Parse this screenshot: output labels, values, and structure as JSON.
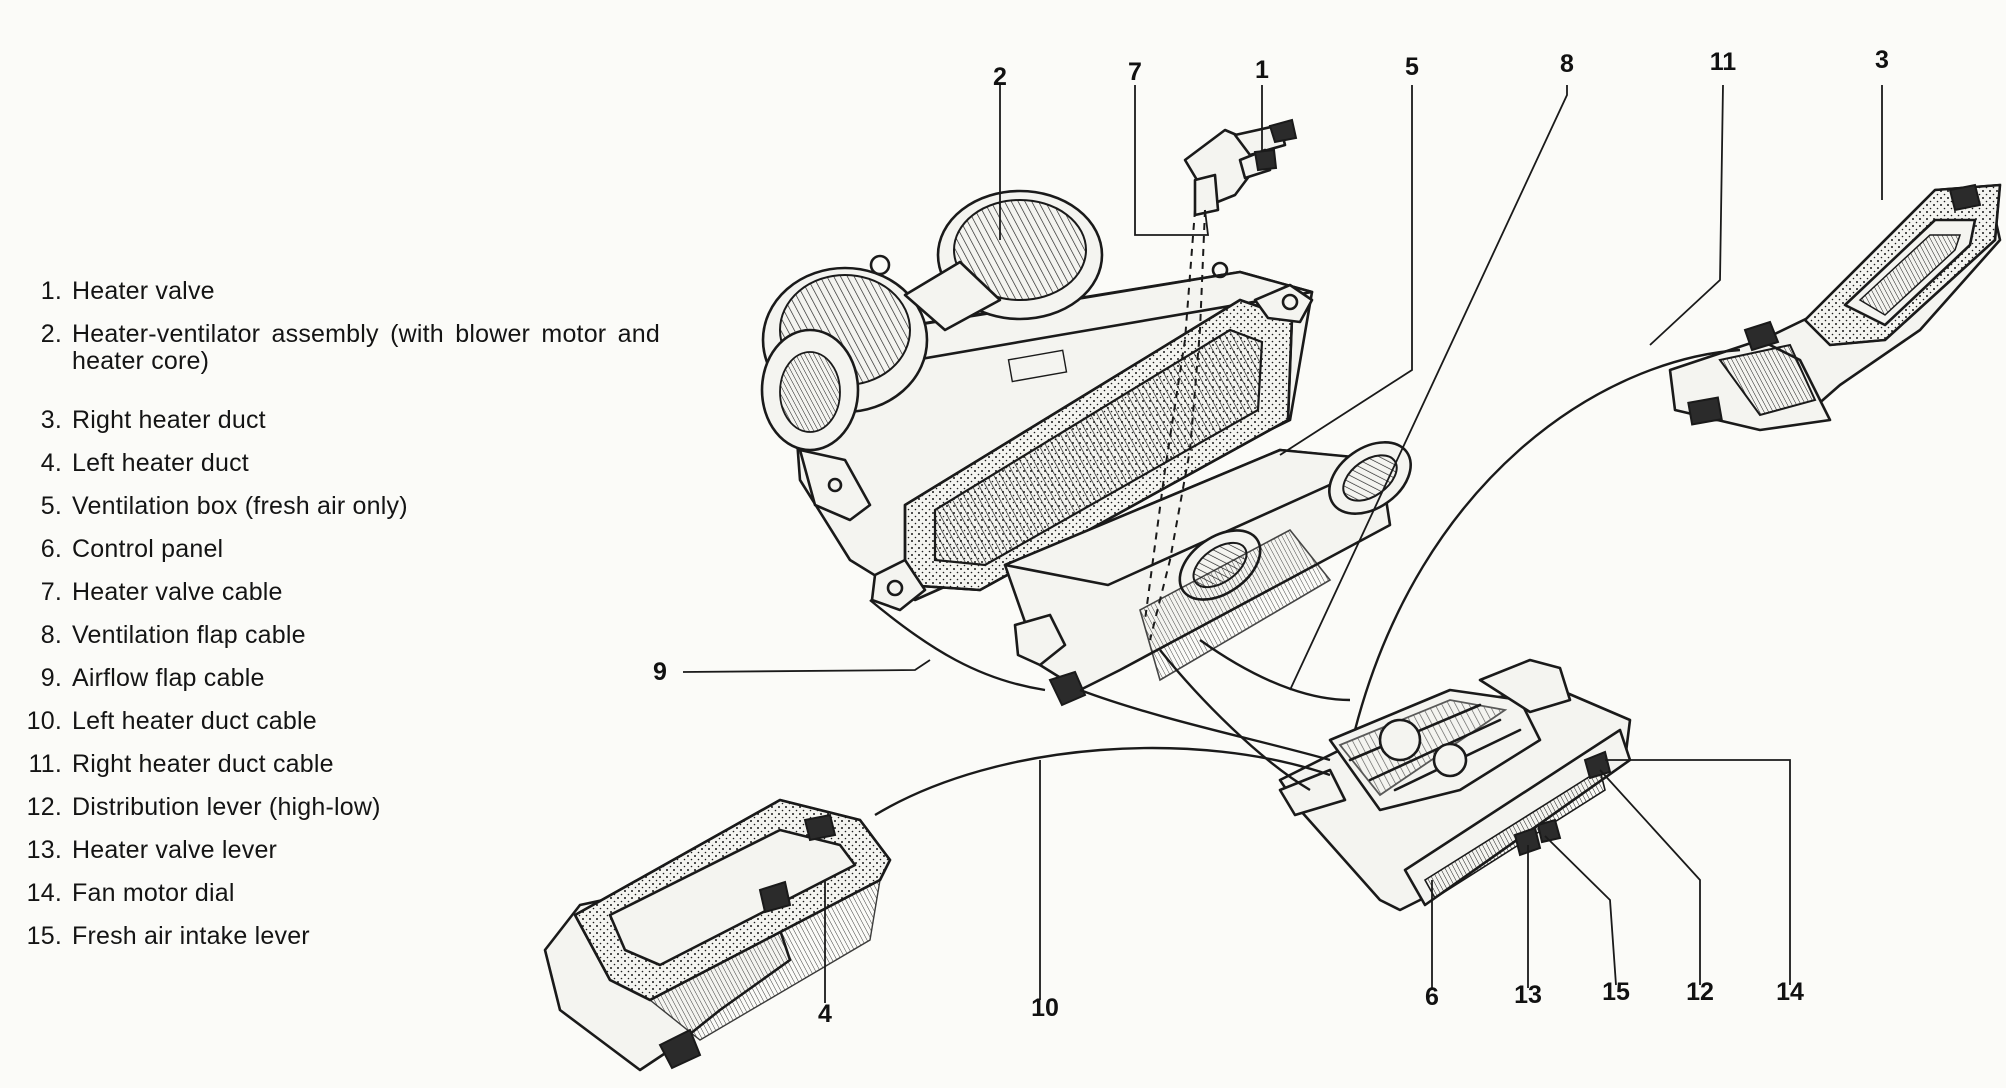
{
  "legend": [
    {
      "number": "1.",
      "text": "Heater valve"
    },
    {
      "number": "2.",
      "text": "Heater-ventilator assembly (with blower motor and heater core)"
    },
    {
      "number": "3.",
      "text": "Right heater duct"
    },
    {
      "number": "4.",
      "text": "Left heater duct"
    },
    {
      "number": "5.",
      "text": "Ventilation box (fresh air only)"
    },
    {
      "number": "6.",
      "text": "Control panel"
    },
    {
      "number": "7.",
      "text": "Heater valve cable"
    },
    {
      "number": "8.",
      "text": "Ventilation flap cable"
    },
    {
      "number": "9.",
      "text": "Airflow flap cable"
    },
    {
      "number": "10.",
      "text": "Left heater duct cable"
    },
    {
      "number": "11.",
      "text": "Right heater duct cable"
    },
    {
      "number": "12.",
      "text": "Distribution lever (high-low)"
    },
    {
      "number": "13.",
      "text": "Heater valve lever"
    },
    {
      "number": "14.",
      "text": "Fan motor dial"
    },
    {
      "number": "15.",
      "text": "Fresh air intake lever"
    }
  ],
  "callouts": {
    "c1": "1",
    "c2": "2",
    "c3": "3",
    "c4": "4",
    "c5": "5",
    "c6": "6",
    "c7": "7",
    "c8": "8",
    "c9": "9",
    "c10": "10",
    "c11": "11",
    "c12": "12",
    "c13": "13",
    "c14": "14",
    "c15": "15"
  }
}
